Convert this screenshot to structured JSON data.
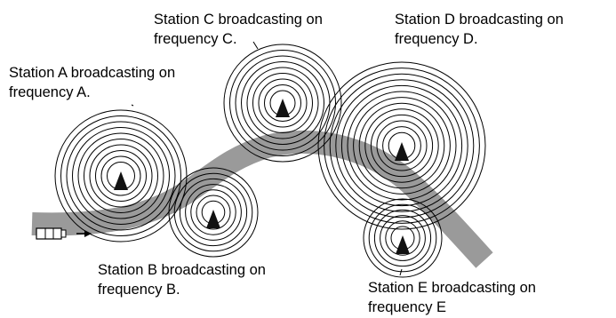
{
  "colors": {
    "road": "#9a9a9a",
    "rings": "#000000",
    "text": "#000000",
    "background": "#ffffff"
  },
  "icons": {
    "vehicle": "car-icon",
    "direction": "right-arrow-icon",
    "station": "antenna-triangle-icon"
  },
  "stations": [
    {
      "id": "a",
      "label_line1": "Station A broadcasting on",
      "label_line2": "frequency A."
    },
    {
      "id": "b",
      "label_line1": "Station B broadcasting on",
      "label_line2": "frequency B."
    },
    {
      "id": "c",
      "label_line1": "Station C broadcasting on",
      "label_line2": "frequency C."
    },
    {
      "id": "d",
      "label_line1": "Station D broadcasting on",
      "label_line2": "frequency D."
    },
    {
      "id": "e",
      "label_line1": "Station E broadcasting on",
      "label_line2": "frequency E"
    }
  ]
}
